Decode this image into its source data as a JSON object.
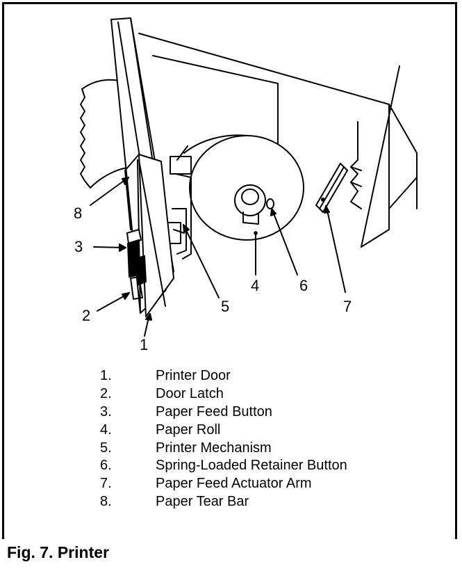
{
  "callouts": {
    "c1": "1",
    "c2": "2",
    "c3": "3",
    "c4": "4",
    "c5": "5",
    "c6": "6",
    "c7": "7",
    "c8": "8"
  },
  "legend": [
    {
      "num": "1.",
      "label": "Printer Door"
    },
    {
      "num": "2.",
      "label": "Door Latch"
    },
    {
      "num": "3.",
      "label": "Paper Feed Button"
    },
    {
      "num": "4.",
      "label": "Paper Roll"
    },
    {
      "num": "5.",
      "label": "Printer Mechanism"
    },
    {
      "num": "6.",
      "label": "Spring-Loaded Retainer Button"
    },
    {
      "num": "7.",
      "label": "Paper Feed Actuator Arm"
    },
    {
      "num": "8.",
      "label": "Paper Tear Bar"
    }
  ],
  "caption": "Fig. 7.  Printer"
}
